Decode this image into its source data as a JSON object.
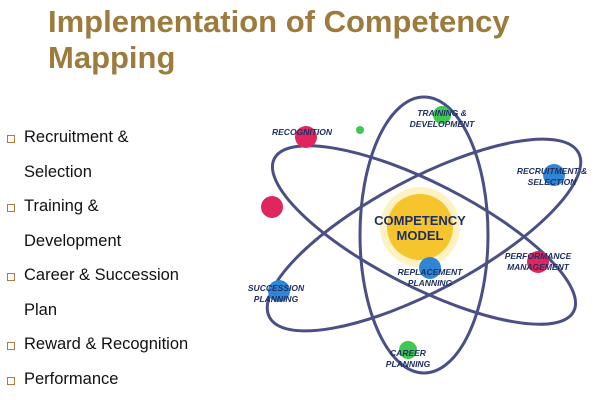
{
  "slide": {
    "title_line1": "Implementation of Competency",
    "title_line2": "Mapping"
  },
  "bullets": [
    {
      "line1": "Recruitment &",
      "line2": "Selection"
    },
    {
      "line1": "Training &",
      "line2": "Development"
    },
    {
      "line1": "Career & Succession",
      "line2": "Plan"
    },
    {
      "line1": "Reward & Recognition",
      "line2": ""
    },
    {
      "line1": "Performance",
      "line2": ""
    }
  ],
  "diagram": {
    "center_line1": "COMPETENCY",
    "center_line2": "MODEL",
    "labels": {
      "recognition": "RECOGNITION",
      "training_1": "TRAINING &",
      "training_2": "DEVELOPMENT",
      "recruitment_1": "RECRUITMENT &",
      "recruitment_2": "SELECTION",
      "performance_1": "PERFORMANCE",
      "performance_2": "MANAGEMENT",
      "replacement_1": "REPLACEMENT",
      "replacement_2": "PLANNING",
      "succession_1": "SUCCESSION",
      "succession_2": "PLANNING",
      "career_1": "CAREER",
      "career_2": "PLANNING"
    },
    "colors": {
      "orbit": "#4a4f86",
      "node_red": "#e0265e",
      "node_blue": "#2f86d6",
      "node_green": "#3fc84d",
      "nucleus": "#f6c42c",
      "label": "#1f2f63",
      "title": "#9c7b3c"
    }
  }
}
